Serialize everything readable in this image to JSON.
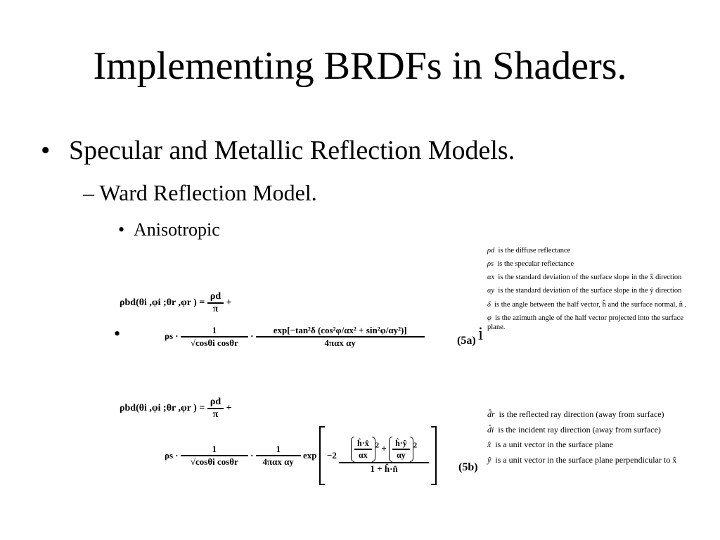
{
  "slide": {
    "title": "Implementing BRDFs in Shaders.",
    "bullets": {
      "level1": "Specular and Metallic Reflection Models.",
      "level2": "Ward Reflection Model.",
      "level3": "Anisotropic",
      "dash": "–",
      "dot": "•"
    },
    "stray_glyphs": {
      "left_dot": "•",
      "right_i": "i"
    }
  },
  "equation_5a": {
    "lhs": "ρbd(θi ,φi ;θr ,φr ) =",
    "frac_num": "ρd",
    "frac_den": "π",
    "plus": "+",
    "rho_s": "ρs ·",
    "term1_num": "1",
    "term1_den": "√cosθi cosθr",
    "term2_num": "exp[−tan²δ (cos²φ/αx² + sin²φ/αy²)]",
    "term2_den": "4παx αy",
    "number": "(5a)"
  },
  "equation_5b": {
    "lhs": "ρbd(θi ,φi ;θr ,φr ) =",
    "frac_num": "ρd",
    "frac_den": "π",
    "plus": "+",
    "rho_s": "ρs ·",
    "term1_num": "1",
    "term1_den": "√cosθi cosθr",
    "term2_num": "1",
    "term2_den": "4παx αy",
    "exp_text": "exp",
    "inner_coeff": "−2",
    "inner_a_num": "ĥ·x̂",
    "inner_a_den": "αx",
    "inner_b_num": "ĥ·ŷ",
    "inner_b_den": "αy",
    "inner_plus": "+",
    "squared": "2",
    "inner_den": "1 + ĥ·n̂",
    "number": "(5b)"
  },
  "definitions_a": [
    {
      "symbol": "ρd",
      "text": "is the diffuse reflectance"
    },
    {
      "symbol": "ρs",
      "text": "is the specular reflectance"
    },
    {
      "symbol": "αx",
      "text": "is the standard deviation of the surface slope in the x̂ direction"
    },
    {
      "symbol": "αy",
      "text": "is the standard deviation of the surface slope in the ŷ direction"
    },
    {
      "symbol": "δ",
      "text": "is the angle between the half vector, ĥ and the surface normal, n̂ ."
    },
    {
      "symbol": "φ",
      "text": "is the azimuth angle of the half vector projected into the surface plane."
    }
  ],
  "definitions_b": [
    {
      "symbol": "d̂r",
      "text": "is the reflected ray direction (away from surface)"
    },
    {
      "symbol": "d̂i",
      "text": "is the incident ray direction (away from surface)"
    },
    {
      "symbol": "x̂",
      "text": "is a unit vector in the surface plane"
    },
    {
      "symbol": "ŷ",
      "text": "is a unit vector in the surface plane perpendicular to x̂"
    }
  ]
}
